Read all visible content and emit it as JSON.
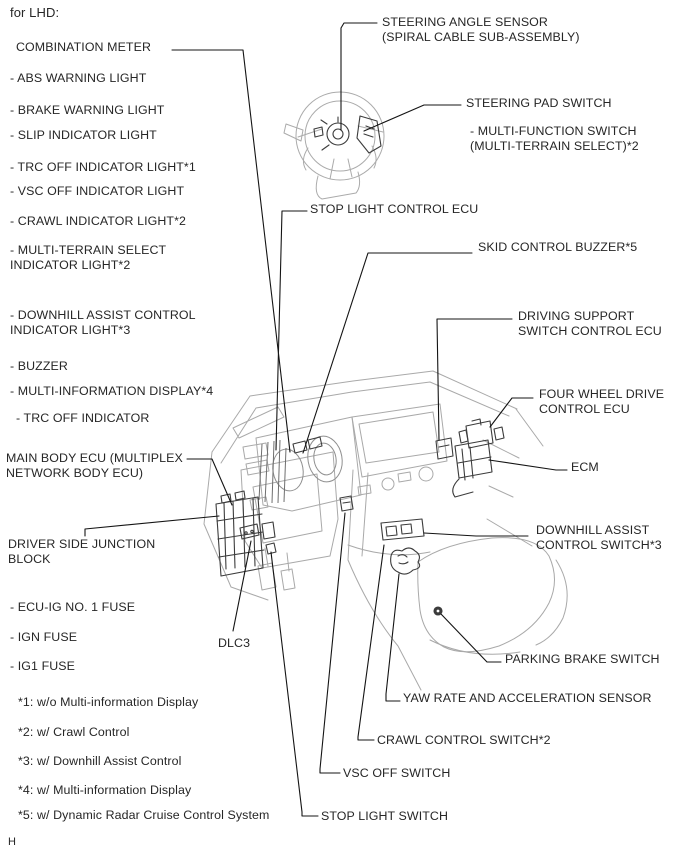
{
  "title": "for LHD:",
  "page_marker": "H",
  "callouts": {
    "combination_meter": "COMBINATION METER",
    "abs_warning_light": "- ABS WARNING LIGHT",
    "brake_warning_light": "- BRAKE WARNING LIGHT",
    "slip_indicator_light": "- SLIP INDICATOR LIGHT",
    "trc_off_indicator_light": "- TRC OFF INDICATOR LIGHT*1",
    "vsc_off_indicator_light": "- VSC OFF INDICATOR LIGHT",
    "crawl_indicator_light": "- CRAWL INDICATOR LIGHT*2",
    "multi_terrain_select_indicator_light": "- MULTI-TERRAIN SELECT\nINDICATOR LIGHT*2",
    "downhill_assist_indicator_light": "- DOWNHILL ASSIST CONTROL\nINDICATOR LIGHT*3",
    "buzzer": "- BUZZER",
    "multi_information_display": "- MULTI-INFORMATION DISPLAY*4",
    "trc_off_indicator": "- TRC OFF INDICATOR",
    "main_body_ecu": "MAIN BODY ECU (MULTIPLEX\nNETWORK BODY ECU)",
    "driver_side_junction_block": "DRIVER SIDE JUNCTION\nBLOCK",
    "ecu_ig_no1_fuse": "- ECU-IG NO. 1 FUSE",
    "ign_fuse": "- IGN FUSE",
    "ig1_fuse": "- IG1 FUSE",
    "dlc3": "DLC3",
    "steering_angle_sensor": "STEERING ANGLE SENSOR\n(SPIRAL CABLE SUB-ASSEMBLY)",
    "steering_pad_switch": "STEERING PAD SWITCH",
    "multi_function_switch": "- MULTI-FUNCTION SWITCH\n(MULTI-TERRAIN SELECT)*2",
    "stop_light_control_ecu": "STOP LIGHT CONTROL ECU",
    "skid_control_buzzer": "SKID CONTROL BUZZER*5",
    "driving_support_switch_control_ecu": "DRIVING SUPPORT\nSWITCH CONTROL ECU",
    "four_wheel_drive_control_ecu": "FOUR WHEEL DRIVE\nCONTROL ECU",
    "ecm": "ECM",
    "downhill_assist_control_switch": "DOWNHILL ASSIST\nCONTROL SWITCH*3",
    "parking_brake_switch": "PARKING BRAKE SWITCH",
    "yaw_rate_and_acceleration_sensor": "YAW RATE AND ACCELERATION SENSOR",
    "crawl_control_switch": "CRAWL CONTROL SWITCH*2",
    "vsc_off_switch": "VSC OFF SWITCH",
    "stop_light_switch": "STOP LIGHT SWITCH"
  },
  "footnotes": [
    "*1: w/o Multi-information Display",
    "*2: w/ Crawl Control",
    "*3: w/ Downhill Assist Control",
    "*4: w/ Multi-information Display",
    "*5: w/ Dynamic Radar Cruise Control System"
  ],
  "colors": {
    "background": "#ffffff",
    "text": "#262626",
    "leader_line": "#141414",
    "artwork_light": "#a9a9a9",
    "artwork_dark": "#3c3c3c"
  }
}
